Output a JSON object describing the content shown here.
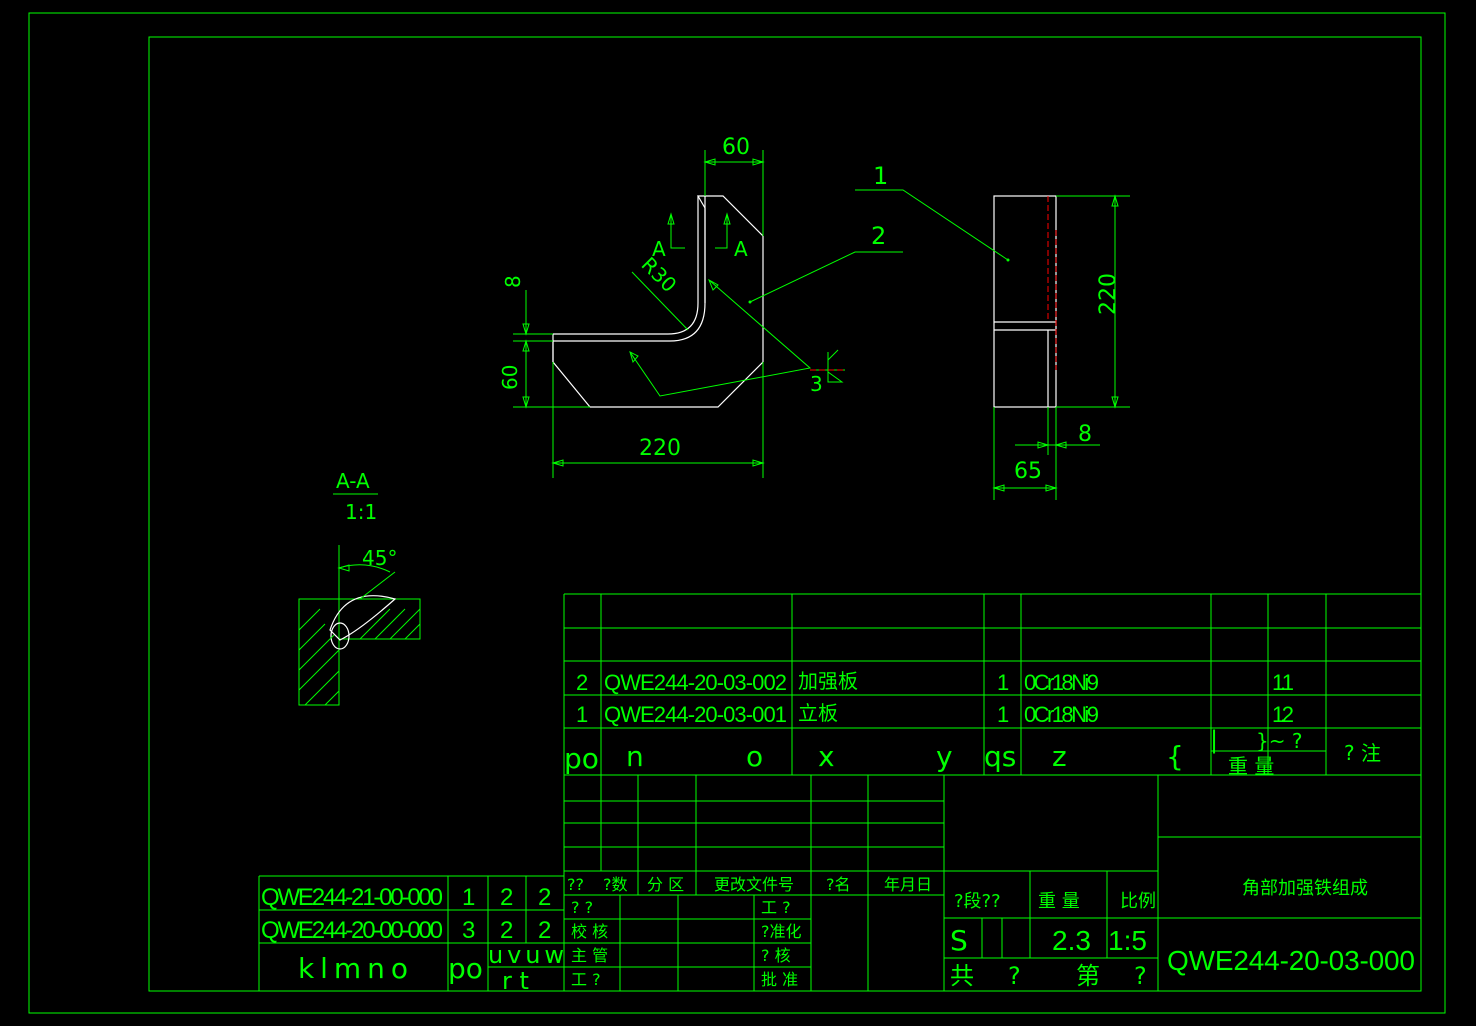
{
  "colors": {
    "line": "#00ff00",
    "part": "#ffffff",
    "center": "#ff0000",
    "bg": "#000000"
  },
  "dims": {
    "top_60": "60",
    "r30": "R30",
    "d8_left": "8",
    "d60_left": "60",
    "d220_bottom": "220",
    "d220_right": "220",
    "d65": "65",
    "d8_right": "8",
    "weld_3": "3"
  },
  "section_marks": {
    "a_left": "A",
    "a_right": "A"
  },
  "callouts": {
    "c1": "1",
    "c2": "2"
  },
  "section_view": {
    "title": "A-A",
    "scale": "1:1",
    "angle": "45°"
  },
  "bom": {
    "rows": [
      {
        "no": "2",
        "code": "QWE244-20-03-002",
        "name": "加强板",
        "qty": "1",
        "material": "0Cr18Ni9",
        "weight": "1.1"
      },
      {
        "no": "1",
        "code": "QWE244-20-03-001",
        "name": "立板",
        "qty": "1",
        "material": "0Cr18Ni9",
        "weight": "1.2"
      }
    ],
    "header": {
      "po": "po",
      "n": "n",
      "o": "o",
      "x": "x",
      "y": "y",
      "qs": "qs",
      "z": "z",
      "brace": "{",
      "pipe": "|",
      "tilde": "}~ ?",
      "weight_label": "重  量",
      "note": "? 注"
    }
  },
  "assembly_refs": {
    "rows": [
      {
        "code": "QWE244-21-00-000",
        "a": "1",
        "b": "2",
        "c": "2"
      },
      {
        "code": "QWE244-20-00-000",
        "a": "3",
        "b": "2",
        "c": "2"
      }
    ],
    "footer_code": "klmno",
    "footer_po": "po",
    "footer_uvuw": "uvuw",
    "footer_rt": "r   t"
  },
  "title_block": {
    "revision_headers": [
      "??",
      "?数",
      "分 区",
      "更改文件号",
      "?名",
      "年月日"
    ],
    "sign_labels": [
      "? ?",
      "校 核",
      "主 管",
      "工 ?"
    ],
    "sign_labels_right": [
      "工 ?",
      "?准化",
      "? 核",
      "批 准"
    ],
    "stage_label": "?段??",
    "weight_label": "重   量",
    "scale_label": "比例",
    "stage_value": "S",
    "weight_value": "2.3",
    "scale_value": "1:5",
    "total_label": "共",
    "total_q": "?",
    "sheet_label": "第",
    "sheet_q": "?",
    "drawing_name": "角部加强铁组成",
    "drawing_number": "QWE244-20-03-000"
  }
}
